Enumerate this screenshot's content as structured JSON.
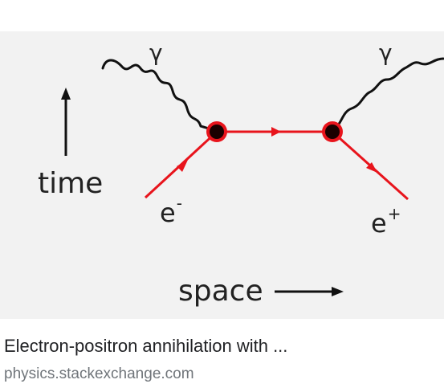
{
  "diagram": {
    "photon_left": "γ",
    "photon_right": "γ",
    "time_label": "time",
    "electron_label": "e",
    "electron_sup": "-",
    "positron_label": "e",
    "positron_sup": "+",
    "space_label": "space",
    "colors": {
      "fermion_line": "#e8141c",
      "vertex": "#e8141c",
      "vertex_core": "#1a0000",
      "photon_line": "#111111",
      "background": "#f2f2f2"
    }
  },
  "result": {
    "title": "Electron-positron annihilation with ...",
    "source": "physics.stackexchange.com"
  }
}
